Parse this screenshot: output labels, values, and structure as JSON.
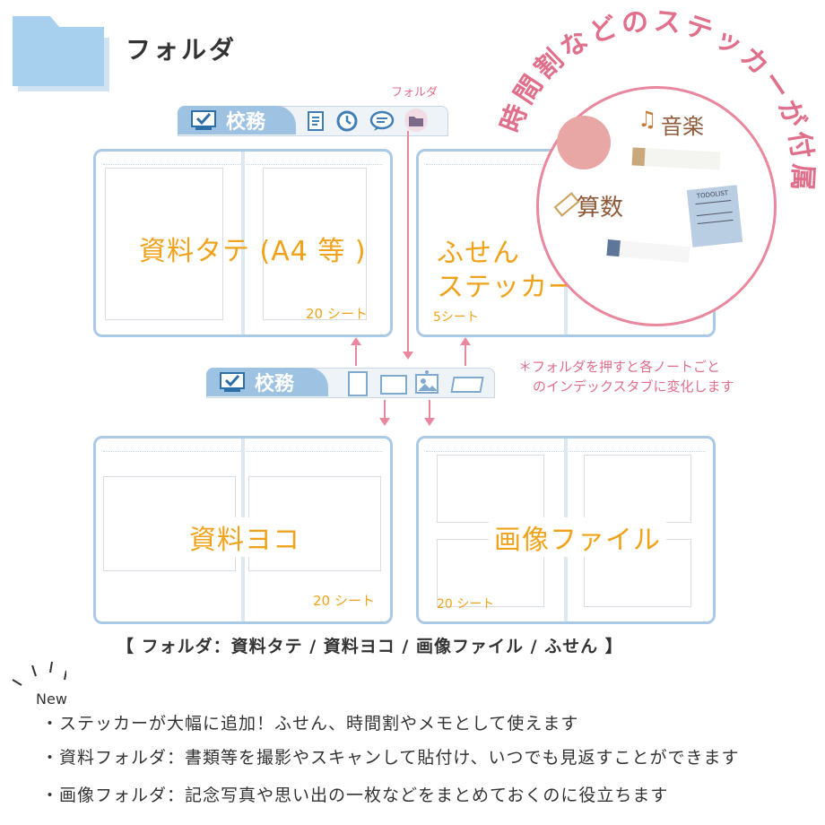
{
  "header": {
    "title": "フォルダ",
    "folder_icon": "folder-icon"
  },
  "top_toolbar": {
    "folder_label": "フォルダ",
    "tab_label": "校務",
    "icons": [
      "check-board-icon",
      "document-icon",
      "clock-icon",
      "chat-icon",
      "folder-icon"
    ]
  },
  "bottom_toolbar": {
    "tab_label": "校務",
    "icons": [
      "check-board-icon",
      "portrait-page-icon",
      "landscape-page-icon",
      "image-icon",
      "sticky-note-icon"
    ]
  },
  "notebooks": {
    "portrait": {
      "label": "資料タテ (A4 等 )",
      "count": "20 シート"
    },
    "sticky": {
      "label_line1": "ふせん",
      "label_line2": "ステッカー",
      "count": "5シート"
    },
    "landscape": {
      "label": "資料ヨコ",
      "count": "20 シート"
    },
    "image": {
      "label": "画像ファイル",
      "count": "20 シート"
    }
  },
  "sticker_badge": {
    "arc_text": "時間割などのステッカーが付属",
    "music": "音楽",
    "math": "算数",
    "todo": "TODOLIST"
  },
  "note": {
    "line1": "＊フォルダを押すと各ノートごと",
    "line2": "のインデックスタブに変化します"
  },
  "caption": "【 フォルダ：資料タテ / 資料ヨコ / 画像ファイル / ふせん 】",
  "new_badge": "New",
  "features": [
    "・ステッカーが大幅に追加！ふせん、時間割やメモとして使えます",
    "・資料フォルダ：書類等を撮影やスキャンして貼付け、いつでも見返すことができます",
    "・画像フォルダ：記念写真や思い出の一枚などをまとめておくのに役立ちます"
  ],
  "colors": {
    "accent_orange": "#f0a21a",
    "accent_pink": "#e9879e",
    "tab_blue": "#9ec3e2",
    "frame_blue": "#aac9e6"
  }
}
